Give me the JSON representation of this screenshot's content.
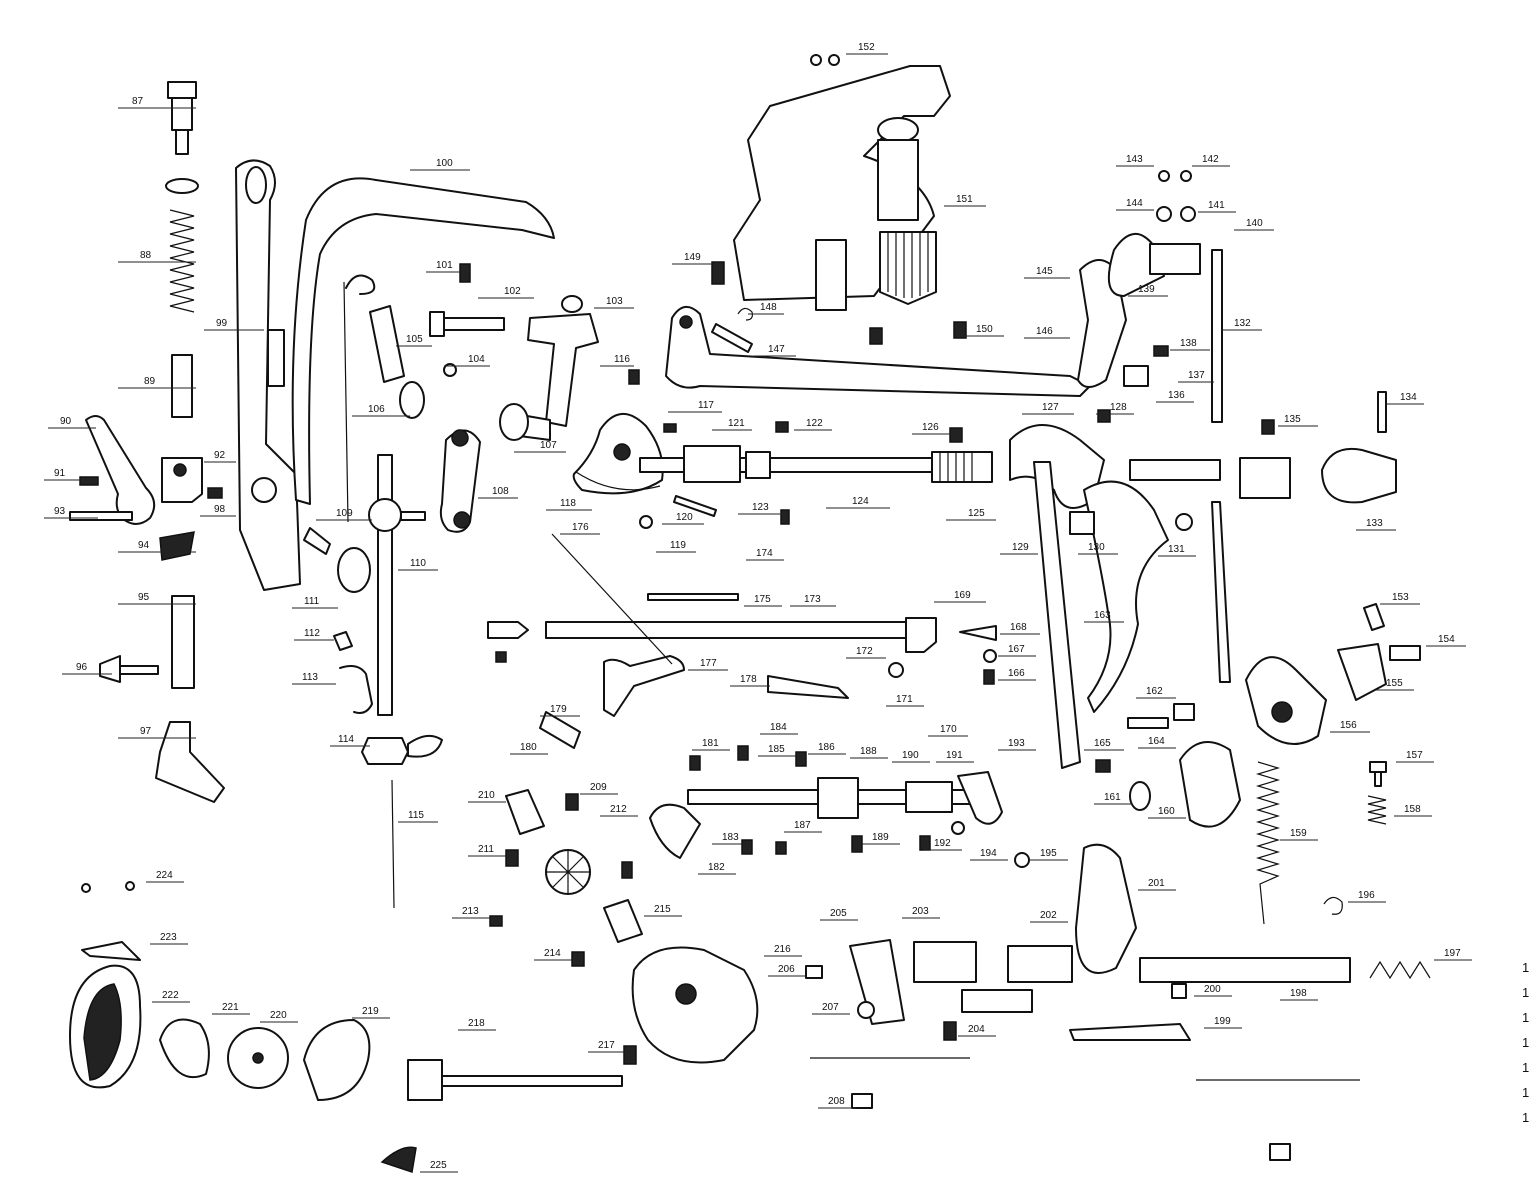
{
  "diagram": {
    "part_numbers": [
      "87",
      "88",
      "89",
      "90",
      "91",
      "92",
      "93",
      "94",
      "95",
      "96",
      "97",
      "98",
      "99",
      "100",
      "101",
      "102",
      "103",
      "104",
      "105",
      "106",
      "107",
      "108",
      "109",
      "110",
      "111",
      "112",
      "113",
      "114",
      "115",
      "116",
      "117",
      "118",
      "119",
      "120",
      "121",
      "122",
      "123",
      "124",
      "125",
      "126",
      "127",
      "128",
      "129",
      "130",
      "131",
      "132",
      "133",
      "134",
      "135",
      "136",
      "137",
      "138",
      "139",
      "140",
      "141",
      "142",
      "143",
      "144",
      "145",
      "146",
      "147",
      "148",
      "149",
      "150",
      "151",
      "152",
      "153",
      "154",
      "155",
      "156",
      "157",
      "158",
      "159",
      "160",
      "161",
      "162",
      "163",
      "164",
      "165",
      "166",
      "167",
      "168",
      "169",
      "170",
      "171",
      "172",
      "173",
      "174",
      "175",
      "176",
      "177",
      "178",
      "179",
      "180",
      "181",
      "182",
      "183",
      "184",
      "185",
      "186",
      "187",
      "188",
      "189",
      "190",
      "191",
      "192",
      "193",
      "194",
      "195",
      "196",
      "197",
      "198",
      "199",
      "200",
      "201",
      "202",
      "203",
      "204",
      "205",
      "206",
      "207",
      "208",
      "209",
      "210",
      "211",
      "212",
      "213",
      "214",
      "215",
      "216",
      "217",
      "218",
      "219",
      "220",
      "221",
      "222",
      "223",
      "224",
      "225"
    ],
    "edge_marks": [
      "1",
      "1",
      "1",
      "1",
      "1",
      "1",
      "1"
    ]
  }
}
